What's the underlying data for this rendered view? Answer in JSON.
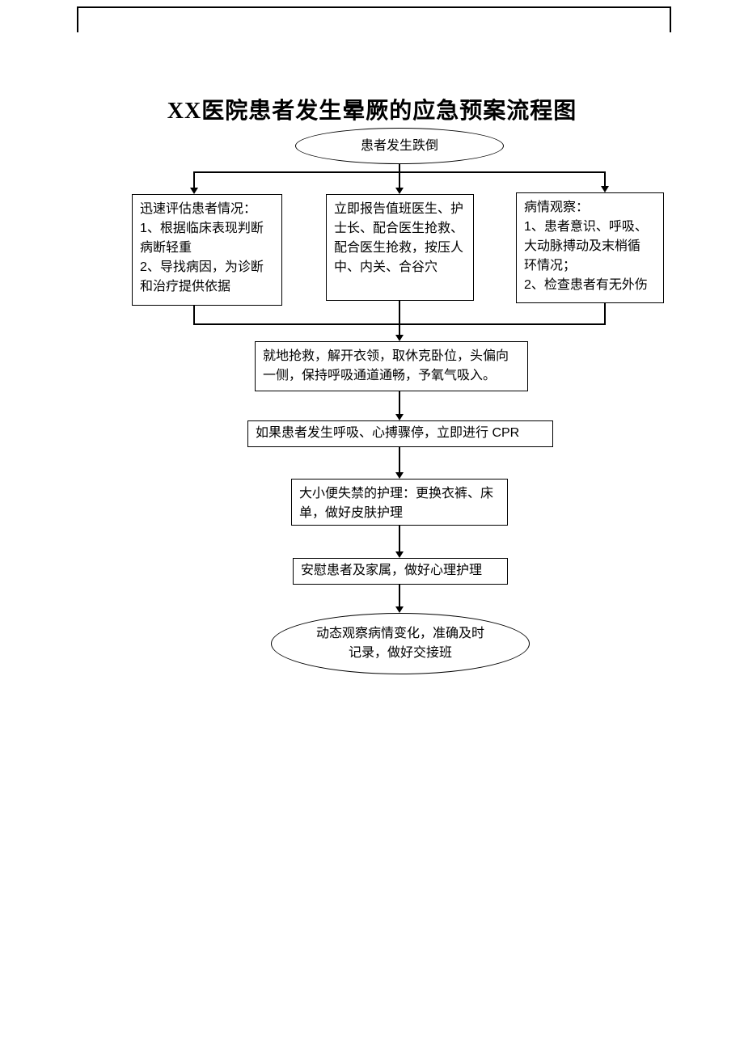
{
  "page": {
    "title": "XX医院患者发生晕厥的应急预案流程图"
  },
  "flowchart": {
    "start": "患者发生跌倒",
    "branch_left": "迅速评估患者情况：\n1、根据临床表现判断\n病断轻重\n2、导找病因，为诊断\n和治疗提供依据",
    "branch_middle": "立即报告值班医生、护\n士长、配合医生抢救、\n配合医生抢救，按压人\n中、内关、合谷穴",
    "branch_right": "病情观察：\n1、患者意识、呼吸、\n大动脉搏动及末梢循\n环情况；\n2、检查患者有无外伤",
    "step_rescue": "就地抢救，解开衣领，取休克卧位，头偏向\n一侧，保持呼吸通道通畅，予氧气吸入。",
    "step_cpr": "如果患者发生呼吸、心搏骤停，立即进行 CPR",
    "step_incontinence": "大小便失禁的护理：更换衣裤、床\n单，做好皮肤护理",
    "step_comfort": "安慰患者及家属，做好心理护理",
    "end": "动态观察病情变化，准确及时\n记录，做好交接班"
  }
}
